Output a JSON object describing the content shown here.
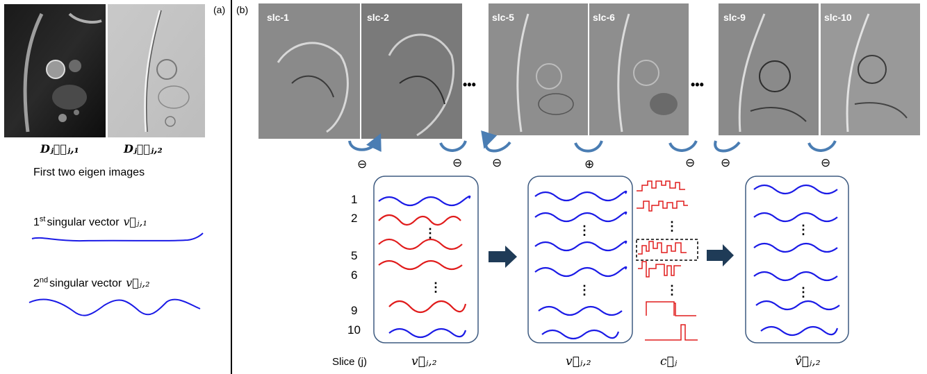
{
  "panel_a": {
    "tag": "(a)",
    "eigen_labels": [
      "D_j v_{j,1}",
      "D_j v_{j,2}"
    ],
    "eigen_labels_math": [
      "𝑫ⱼ𝑣⃗ⱼ,₁",
      "𝑫ⱼ𝑣⃗ⱼ,₂"
    ],
    "eigen_caption": "First two eigen images",
    "vector1": {
      "ordinal": "1",
      "suffix": "st",
      "text": "singular vector",
      "symbol": "v⃗ⱼ,₁"
    },
    "vector2": {
      "ordinal": "2",
      "suffix": "nd",
      "text": "singular vector",
      "symbol": "v⃗ⱼ,₂"
    }
  },
  "panel_b": {
    "tag": "(b)",
    "slice_headers": [
      "slc-1",
      "slc-2",
      "slc-5",
      "slc-6",
      "slc-9",
      "slc-10"
    ],
    "ellipsis": "•••",
    "signs": [
      "⊖",
      "⊖",
      "⊖",
      "⊕",
      "⊖",
      "⊖",
      "⊖"
    ],
    "row_numbers": [
      "1",
      "2",
      "5",
      "6",
      "9",
      "10"
    ],
    "vdots": "⋮",
    "slice_axis_label": "Slice (j)",
    "box_labels": [
      "v⃗ⱼ,₂",
      "v⃗ⱼ,₂",
      "c⃗ⱼ",
      "v̂⃗ⱼ,₂"
    ],
    "colors": {
      "blue_wave": "#1a1ae6",
      "red_wave": "#e01b1b",
      "box_stroke": "#3d5a80",
      "arrow_fill": "#1f3b57",
      "curved_arrow": "#4a7db3"
    }
  }
}
